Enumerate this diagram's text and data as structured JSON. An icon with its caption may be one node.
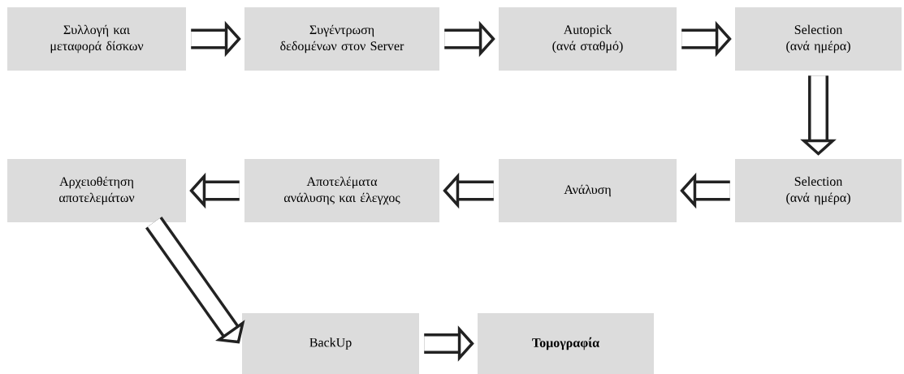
{
  "diagram": {
    "nodes": [
      {
        "text": [
          "Συλλογή και μεταφορά δίσκων"
        ]
      },
      {
        "text": [
          "Συγέντρωση δεδομένων στον Server"
        ]
      },
      {
        "text": [
          "Autopick (ανά σταθμό)"
        ]
      },
      {
        "text": [
          "Selection (ανά ημέρα)"
        ]
      },
      {
        "text": [
          "Selection (ανά ημέρα)"
        ]
      },
      {
        "text": [
          "Ανάλυση"
        ]
      },
      {
        "text": [
          "Αποτελέματα ανάλυσης και έλεγχος"
        ]
      },
      {
        "text": [
          "Αρχειοθέτηση αποτελεμάτων"
        ]
      },
      {
        "text": [
          "BackUp"
        ]
      },
      {
        "text": [
          "Τομογραφία"
        ]
      }
    ],
    "edges": [
      {
        "from": 0,
        "to": 1,
        "arrow": "to"
      },
      {
        "from": 1,
        "to": 2,
        "arrow": "to"
      },
      {
        "from": 2,
        "to": 3,
        "arrow": "to"
      },
      {
        "from": 3,
        "to": 4,
        "arrow": "to"
      },
      {
        "from": 4,
        "to": 5,
        "arrow": "to"
      },
      {
        "from": 5,
        "to": 6,
        "arrow": "to"
      },
      {
        "from": 6,
        "to": 7,
        "arrow": "to"
      },
      {
        "from": 7,
        "to": 8,
        "arrow": "to"
      },
      {
        "from": 8,
        "to": 9,
        "arrow": "to"
      }
    ]
  }
}
